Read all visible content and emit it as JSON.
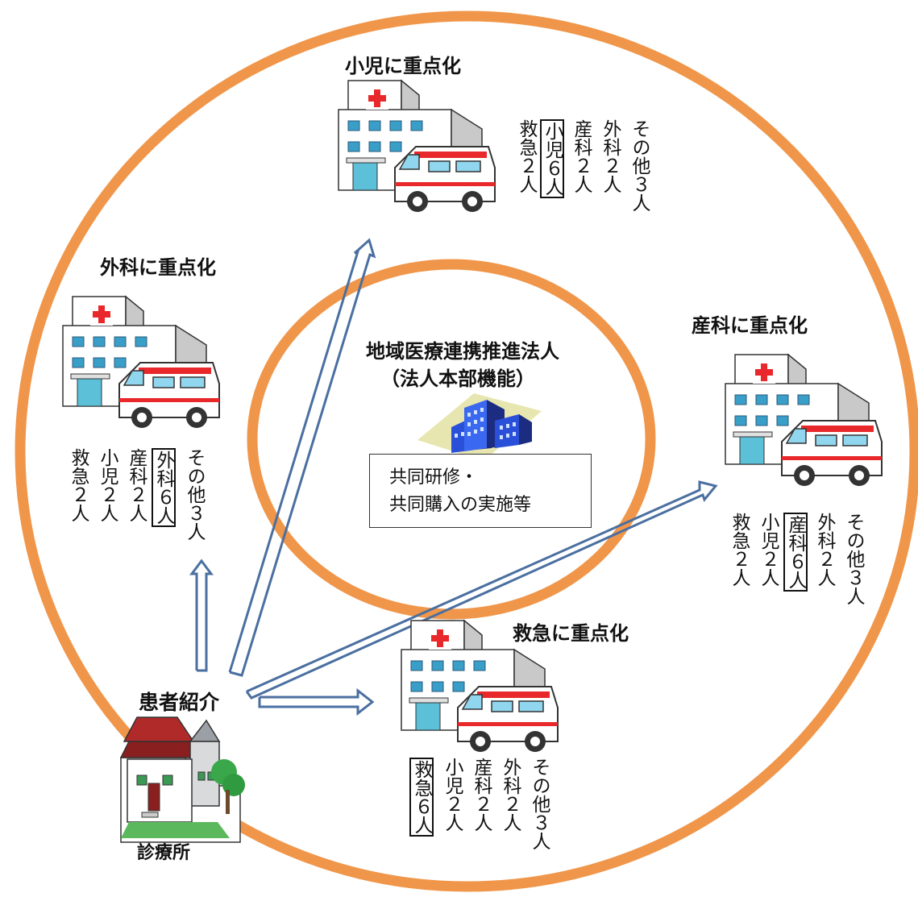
{
  "center": {
    "title_line1": "地域医療連携推進法人",
    "title_line2": "（法人本部機能）",
    "box_line1": "共同研修・",
    "box_line2": "共同購入の実施等"
  },
  "hospitals": {
    "pediatrics": {
      "title": "小児に重点化",
      "cols": [
        "救急２人",
        "小児",
        "６人",
        "産科２人",
        "外科２人",
        "その他３人"
      ]
    },
    "surgery": {
      "title": "外科に重点化",
      "cols": [
        "救急２人",
        "小児２人",
        "産科２人",
        "外科",
        "６人",
        "その他３人"
      ]
    },
    "obstetrics": {
      "title": "産科に重点化",
      "cols": [
        "救急２人",
        "小児２人",
        "産科",
        "６人",
        "外科２人",
        "その他３人"
      ]
    },
    "emergency": {
      "title": "救急に重点化",
      "cols": [
        "救急",
        "６人",
        "小児２人",
        "産科２人",
        "外科２人",
        "その他３人"
      ]
    }
  },
  "referral_label": "患者紹介",
  "clinic_label": "診療所",
  "colors": {
    "ring": "#f0964a",
    "arrow": "#4a6fa0",
    "cross": "#e8282a"
  }
}
